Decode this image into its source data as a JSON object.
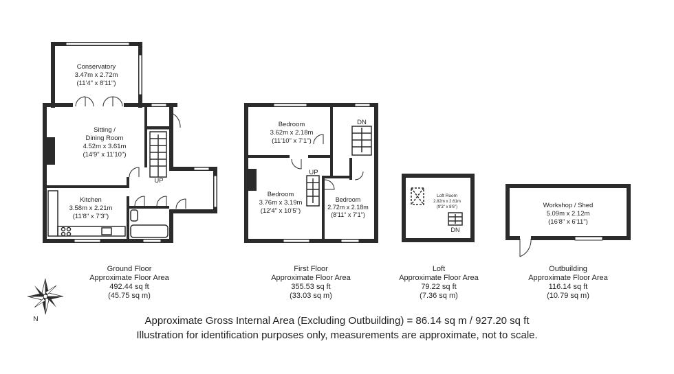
{
  "rooms": {
    "conservatory": {
      "name": "Conservatory",
      "metric": "3.47m x 2.72m",
      "imperial": "(11'4\" x 8'11\")"
    },
    "sitting": {
      "name1": "Sitting /",
      "name2": "Dining Room",
      "metric": "4.52m x 3.61m",
      "imperial": "(14'9\" x 11'10\")"
    },
    "kitchen": {
      "name": "Kitchen",
      "metric": "3.58m x 2.21m",
      "imperial": "(11'8\" x 7'3\")"
    },
    "bedroom_top": {
      "name": "Bedroom",
      "metric": "3.62m x 2.18m",
      "imperial": "(11'10\" x 7'1\")"
    },
    "bedroom_left": {
      "name": "Bedroom",
      "metric": "3.76m x 3.19m",
      "imperial": "(12'4\" x 10'5\")"
    },
    "bedroom_right": {
      "name": "Bedroom",
      "metric": "2.72m x 2.18m",
      "imperial": "(8'11\" x 7'1\")"
    },
    "loft_room": {
      "name": "Loft Room",
      "metric": "2.82m x 2.61m",
      "imperial": "(9'3\" x 8'6\")"
    },
    "workshop": {
      "name": "Workshop / Shed",
      "metric": "5.09m x 2.12m",
      "imperial": "(16'8\" x 6'11\")"
    }
  },
  "stair_labels": {
    "ground_up": "UP",
    "first_up": "UP",
    "first_dn": "DN",
    "loft_dn": "DN"
  },
  "floors": [
    {
      "name": "Ground Floor",
      "label": "Approximate Floor Area",
      "sqft": "492.44 sq ft",
      "sqm": "(45.75 sq m)"
    },
    {
      "name": "First Floor",
      "label": "Approximate Floor Area",
      "sqft": "355.53 sq ft",
      "sqm": "(33.03 sq m)"
    },
    {
      "name": "Loft",
      "label": "Approximate Floor Area",
      "sqft": "79.22 sq ft",
      "sqm": "(7.36 sq m)"
    },
    {
      "name": "Outbuilding",
      "label": "Approximate Floor Area",
      "sqft": "116.14 sq ft",
      "sqm": "(10.79 sq m)"
    }
  ],
  "compass": {
    "label": "N"
  },
  "footer": {
    "gross": "Approximate Gross Internal Area (Excluding Outbuilding) = 86.14 sq m / 927.20 sq ft",
    "disclaimer": "Illustration for identification purposes only, measurements are approximate, not to scale."
  },
  "colors": {
    "walls": "#2b2b2b",
    "background": "#ffffff",
    "text": "#222222"
  }
}
